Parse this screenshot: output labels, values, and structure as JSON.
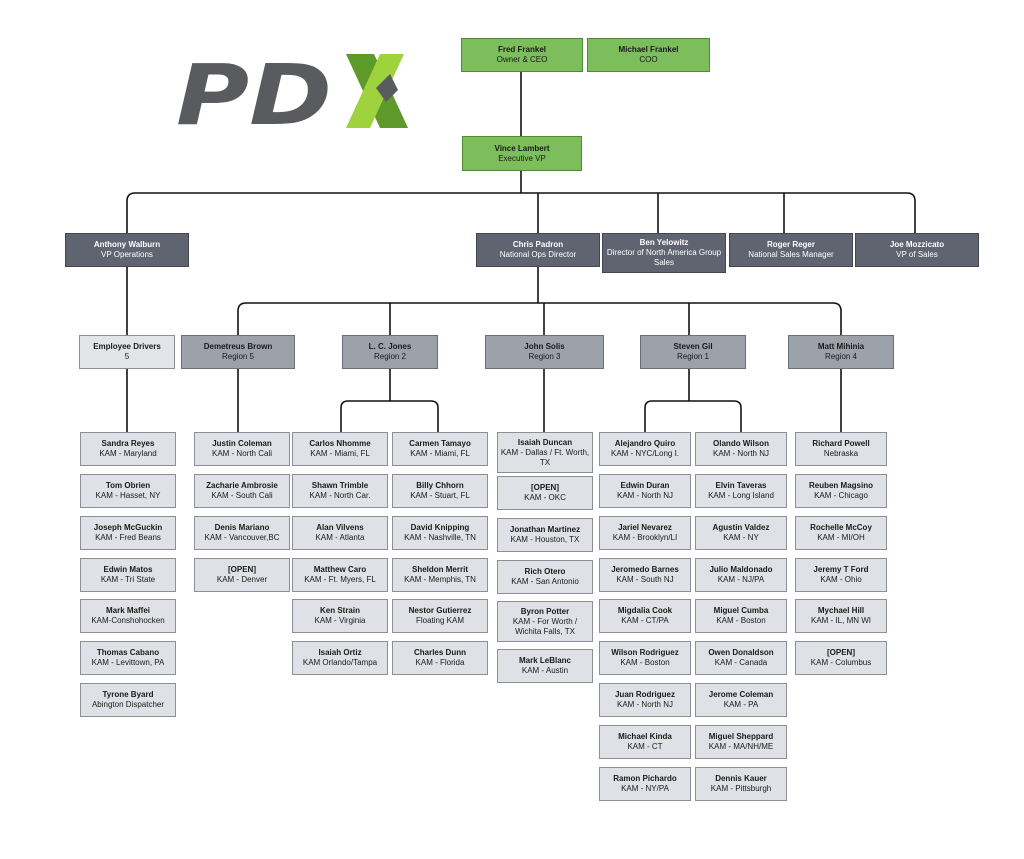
{
  "logo": {
    "text": "PDX",
    "colors": {
      "gray": "#595b5e",
      "green_light": "#9fd33e",
      "green_dark": "#5e9a2a"
    }
  },
  "colors": {
    "exec_green": "#7cbd5c",
    "vp_dark": "#5f6470",
    "region_mid": "#9da1a9",
    "staff_light": "#dfe1e6"
  },
  "exec": {
    "ceo": {
      "name": "Fred Frankel",
      "title": "Owner & CEO"
    },
    "coo": {
      "name": "Michael Frankel",
      "title": "COO"
    },
    "evp": {
      "name": "Vince Lambert",
      "title": "Executive VP"
    }
  },
  "vps": {
    "walburn": {
      "name": "Anthony Walburn",
      "title": "VP Operations"
    },
    "padron": {
      "name": "Chris Padron",
      "title": "National Ops Director"
    },
    "yelowitz": {
      "name": "Ben Yelowitz",
      "title": "Director of North America Group Sales"
    },
    "reger": {
      "name": "Roger Reger",
      "title": "National Sales Manager"
    },
    "mozzicato": {
      "name": "Joe Mozzicato",
      "title": "VP of Sales"
    }
  },
  "regions": {
    "drivers": {
      "name": "Employee Drivers",
      "title": "5"
    },
    "brown": {
      "name": "Demetreus Brown",
      "title": "Region 5"
    },
    "jones": {
      "name": "L. C. Jones",
      "title": "Region 2"
    },
    "solis": {
      "name": "John Solis",
      "title": "Region 3"
    },
    "gil": {
      "name": "Steven Gil",
      "title": "Region 1"
    },
    "mihinia": {
      "name": "Matt Mihinia",
      "title": "Region 4"
    }
  },
  "staff": {
    "drivers_col": [
      {
        "name": "Sandra Reyes",
        "title": "KAM - Maryland"
      },
      {
        "name": "Tom Obrien",
        "title": "KAM - Hasset, NY"
      },
      {
        "name": "Joseph McGuckin",
        "title": "KAM - Fred Beans"
      },
      {
        "name": "Edwin Matos",
        "title": "KAM - Tri State"
      },
      {
        "name": "Mark Maffei",
        "title": "KAM-Conshohocken"
      },
      {
        "name": "Thomas Cabano",
        "title": "KAM - Levittown, PA"
      },
      {
        "name": "Tyrone Byard",
        "title": "Abington Dispatcher"
      }
    ],
    "region5": [
      {
        "name": "Justin Coleman",
        "title": "KAM - North Cali"
      },
      {
        "name": "Zacharie Ambrosie",
        "title": "KAM - South Cali"
      },
      {
        "name": "Denis Mariano",
        "title": "KAM - Vancouver,BC"
      },
      {
        "name": "[OPEN]",
        "title": "KAM - Denver"
      }
    ],
    "region2_left": [
      {
        "name": "Carlos Nhomme",
        "title": "KAM - Miami, FL"
      },
      {
        "name": "Shawn Trimble",
        "title": "KAM - North Car."
      },
      {
        "name": "Alan Vilvens",
        "title": "KAM - Atlanta"
      },
      {
        "name": "Matthew Caro",
        "title": "KAM - Ft. Myers, FL"
      },
      {
        "name": "Ken Strain",
        "title": "KAM - Virginia"
      },
      {
        "name": "Isaiah Ortiz",
        "title": "KAM Orlando/Tampa"
      }
    ],
    "region2_right": [
      {
        "name": "Carmen Tamayo",
        "title": "KAM - Miami, FL"
      },
      {
        "name": "Billy Chhorn",
        "title": "KAM - Stuart, FL"
      },
      {
        "name": "David Knipping",
        "title": "KAM - Nashville, TN"
      },
      {
        "name": "Sheldon Merrit",
        "title": "KAM - Memphis, TN"
      },
      {
        "name": "Nestor Gutierrez",
        "title": "Floating KAM"
      },
      {
        "name": "Charles Dunn",
        "title": "KAM - Florida"
      }
    ],
    "region3": [
      {
        "name": "Isaiah Duncan",
        "title": "KAM - Dallas / Ft. Worth, TX"
      },
      {
        "name": "[OPEN]",
        "title": "KAM - OKC"
      },
      {
        "name": "Jonathan Martinez",
        "title": "KAM - Houston, TX"
      },
      {
        "name": "Rich Otero",
        "title": "KAM - San Antonio"
      },
      {
        "name": "Byron Potter",
        "title": "KAM - For Worth / Wichita Falls, TX"
      },
      {
        "name": "Mark LeBlanc",
        "title": "KAM - Austin"
      }
    ],
    "region1_left": [
      {
        "name": "Alejandro Quiro",
        "title": "KAM - NYC/Long I."
      },
      {
        "name": "Edwin Duran",
        "title": "KAM - North NJ"
      },
      {
        "name": "Jariel Nevarez",
        "title": "KAM - Brooklyn/LI"
      },
      {
        "name": "Jeromedo Barnes",
        "title": "KAM - South NJ"
      },
      {
        "name": "Migdalia Cook",
        "title": "KAM - CT/PA"
      },
      {
        "name": "Wilson Rodriguez",
        "title": "KAM - Boston"
      },
      {
        "name": "Juan Rodriguez",
        "title": "KAM - North NJ"
      },
      {
        "name": "Michael Kinda",
        "title": "KAM - CT"
      },
      {
        "name": "Ramon Pichardo",
        "title": "KAM - NY/PA"
      }
    ],
    "region1_right": [
      {
        "name": "Olando Wilson",
        "title": "KAM - North NJ"
      },
      {
        "name": "Elvin Taveras",
        "title": "KAM - Long Island"
      },
      {
        "name": "Agustin Valdez",
        "title": "KAM - NY"
      },
      {
        "name": "Julio Maldonado",
        "title": "KAM - NJ/PA"
      },
      {
        "name": "Miguel Cumba",
        "title": "KAM - Boston"
      },
      {
        "name": "Owen Donaldson",
        "title": "KAM - Canada"
      },
      {
        "name": "Jerome Coleman",
        "title": "KAM - PA"
      },
      {
        "name": "Miguel Sheppard",
        "title": "KAM - MA/NH/ME"
      },
      {
        "name": "Dennis Kauer",
        "title": "KAM - Pittsburgh"
      }
    ],
    "region4": [
      {
        "name": "Richard Powell",
        "title": "Nebraska"
      },
      {
        "name": "Reuben Magsino",
        "title": "KAM - Chicago"
      },
      {
        "name": "Rochelle McCoy",
        "title": "KAM - MI/OH"
      },
      {
        "name": "Jeremy T Ford",
        "title": "KAM - Ohio"
      },
      {
        "name": "Mychael Hill",
        "title": "KAM - IL, MN WI"
      },
      {
        "name": "[OPEN]",
        "title": "KAM - Columbus"
      }
    ]
  }
}
